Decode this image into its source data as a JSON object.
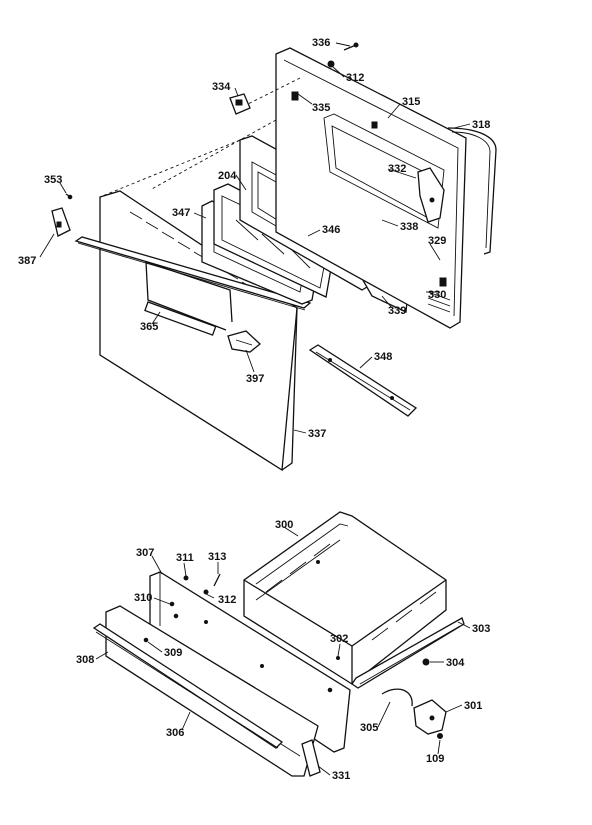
{
  "diagram": {
    "labels": {
      "l336": "336",
      "l312a": "312",
      "l334": "334",
      "l335": "335",
      "l315": "315",
      "l318": "318",
      "l332": "332",
      "l353": "353",
      "l204": "204",
      "l347": "347",
      "l346": "346",
      "l338": "338",
      "l329": "329",
      "l387": "387",
      "l330": "330",
      "l339": "339",
      "l365": "365",
      "l348": "348",
      "l397": "397",
      "l337": "337",
      "l300": "300",
      "l307": "307",
      "l311": "311",
      "l313": "313",
      "l310": "310",
      "l312b": "312",
      "l302": "302",
      "l303": "303",
      "l308": "308",
      "l309": "309",
      "l304": "304",
      "l301": "301",
      "l305": "305",
      "l306": "306",
      "l109": "109",
      "l331": "331"
    }
  }
}
